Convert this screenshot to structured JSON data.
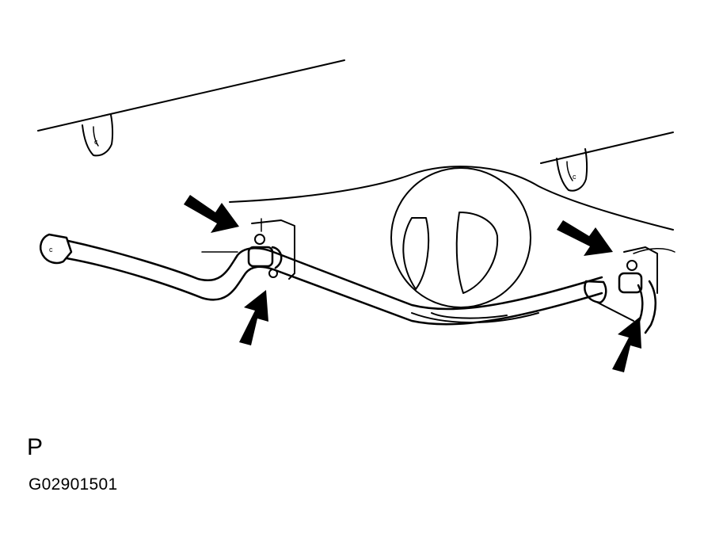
{
  "view_letter": "P",
  "figure_code": "G02901501",
  "bracket_mark": "c",
  "colors": {
    "line": "#000000",
    "background": "#ffffff"
  }
}
